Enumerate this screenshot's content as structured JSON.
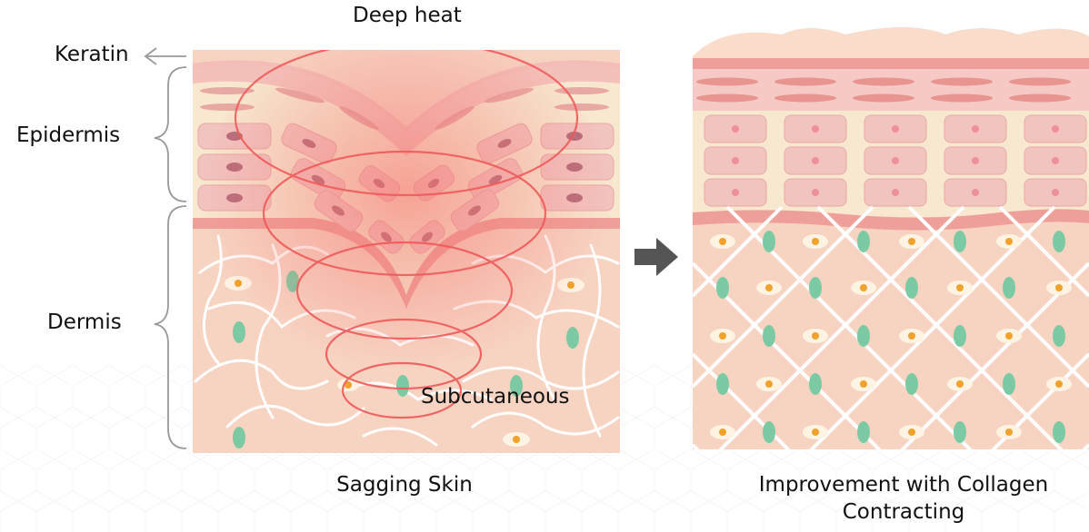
{
  "labels": {
    "deep_heat": "Deep heat",
    "keratin": "Keratin",
    "epidermis": "Epidermis",
    "dermis": "Dermis",
    "subcutaneous": "Subcutaneous"
  },
  "captions": {
    "left": "Sagging Skin",
    "right_line1": "Improvement with Collagen",
    "right_line2": "Contracting"
  },
  "colors": {
    "heat_ring": "#f05a5a",
    "collagen_fiber": "#ffffff",
    "epidermis_layer": "#f7e8cf",
    "dermis_layer": "#f7d4c2",
    "fibroblast": "#7ccaa4",
    "nucleus": "#f2a22a",
    "arrow": "#555555"
  }
}
